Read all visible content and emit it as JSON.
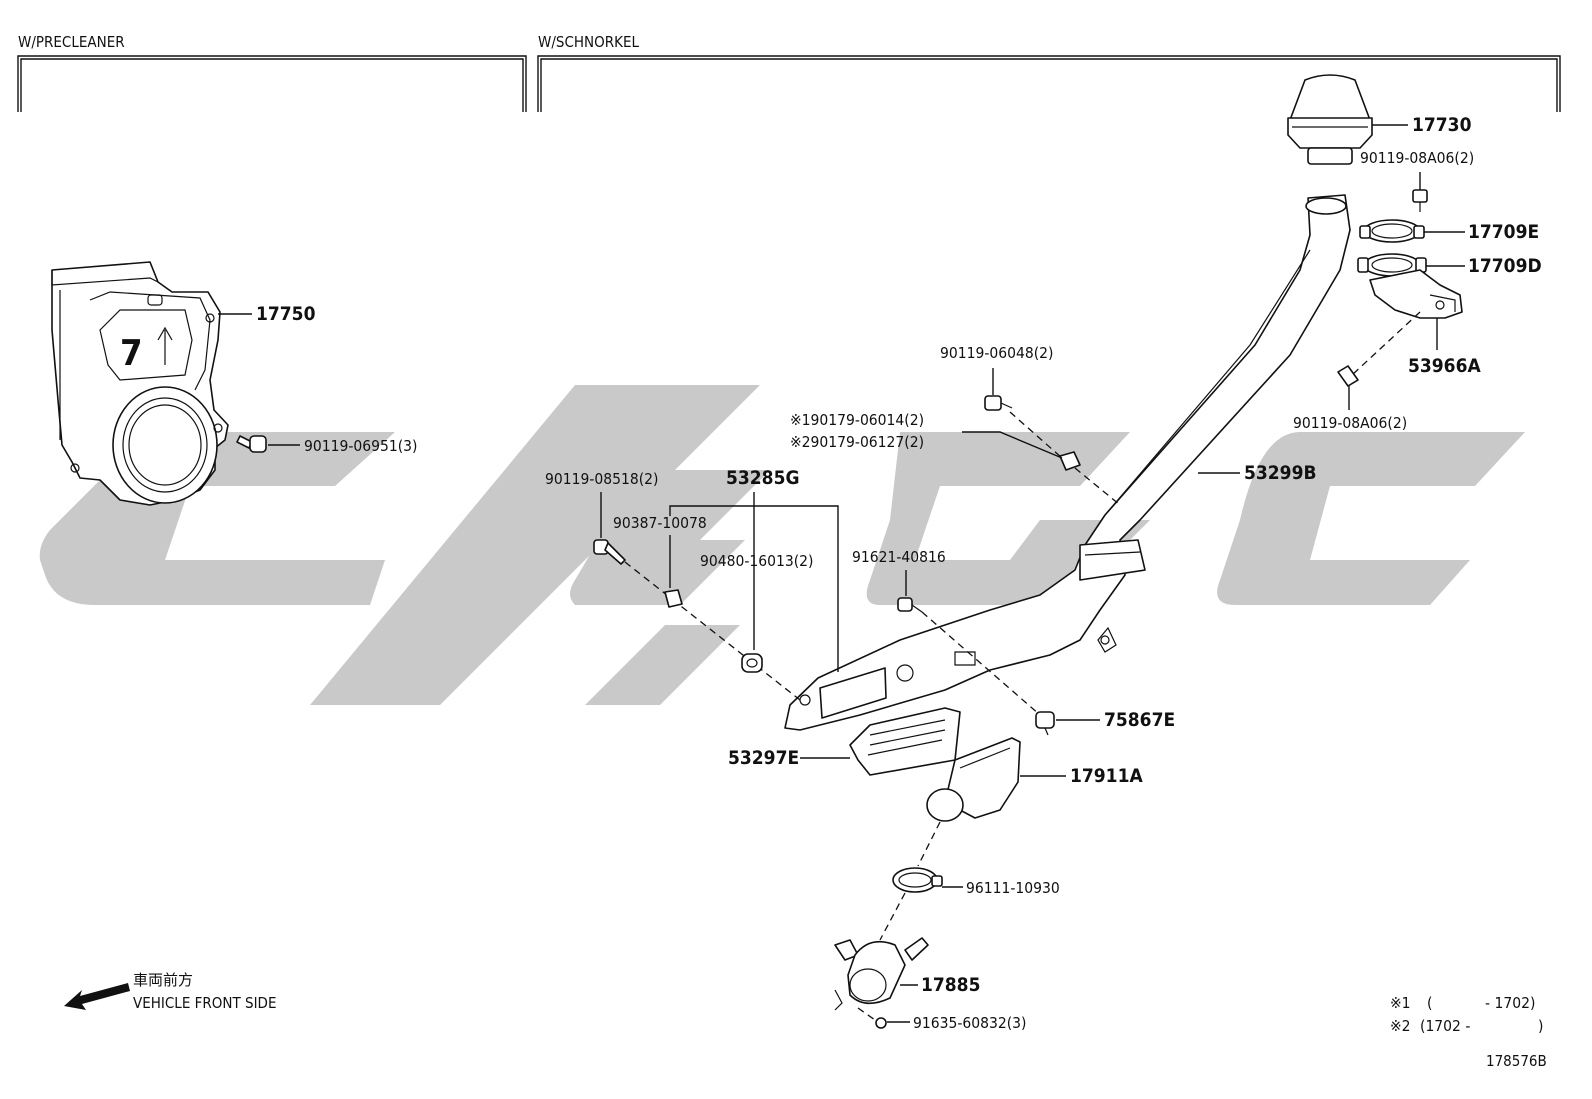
{
  "sections": {
    "left_header": "W/PRECLEANER",
    "right_header": "W/SCHNORKEL"
  },
  "parts": {
    "p17750": "17750",
    "p90119_06951": "90119-06951(3)",
    "p17730": "17730",
    "p90119_08A06_top": "90119-08A06(2)",
    "p17709E": "17709E",
    "p17709D": "17709D",
    "p53966A": "53966A",
    "p90119_08A06_bottom": "90119-08A06(2)",
    "p90119_06048": "90119-06048(2)",
    "p90179_06014": "※190179-06014(2)",
    "p90179_06127": "※290179-06127(2)",
    "p53299B": "53299B",
    "p90119_08518": "90119-08518(2)",
    "p53285G": "53285G",
    "p90387_10078": "90387-10078",
    "p90480_16013": "90480-16013(2)",
    "p91621_40816": "91621-40816",
    "p75867E": "75867E",
    "p53297E": "53297E",
    "p17911A": "17911A",
    "p96111_10930": "96111-10930",
    "p17885": "17885",
    "p91635_60832": "91635-60832(3)"
  },
  "legend": {
    "direction_jp": "車両前方",
    "direction_en": "VEHICLE FRONT SIDE"
  },
  "footnotes": {
    "note1_mark": "※1",
    "note1_open": "(",
    "note1_value": "- 1702)",
    "note2_mark": "※2",
    "note2_value": "(1702  -",
    "note2_close": ")"
  },
  "diagram_id": "178576B",
  "colors": {
    "line": "#111111",
    "watermark": "#c9c9c9",
    "background": "#ffffff"
  }
}
